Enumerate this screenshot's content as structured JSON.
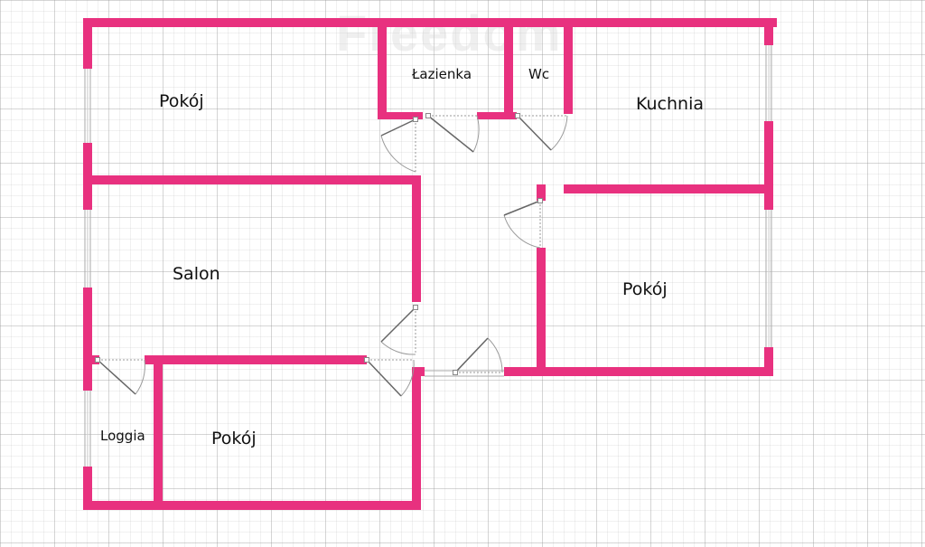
{
  "colors": {
    "wall": "#e8317f",
    "window_line": "#aaaaaa",
    "door_line": "#9a9a9a",
    "background": "#ffffff"
  },
  "watermark": "Freedom",
  "rooms": {
    "pokoj_top_left": "Pokój",
    "lazienka": "Łazienka",
    "wc": "Wc",
    "kuchnia": "Kuchnia",
    "salon": "Salon",
    "pokoj_right": "Pokój",
    "loggia": "Loggia",
    "pokoj_bottom": "Pokój"
  }
}
